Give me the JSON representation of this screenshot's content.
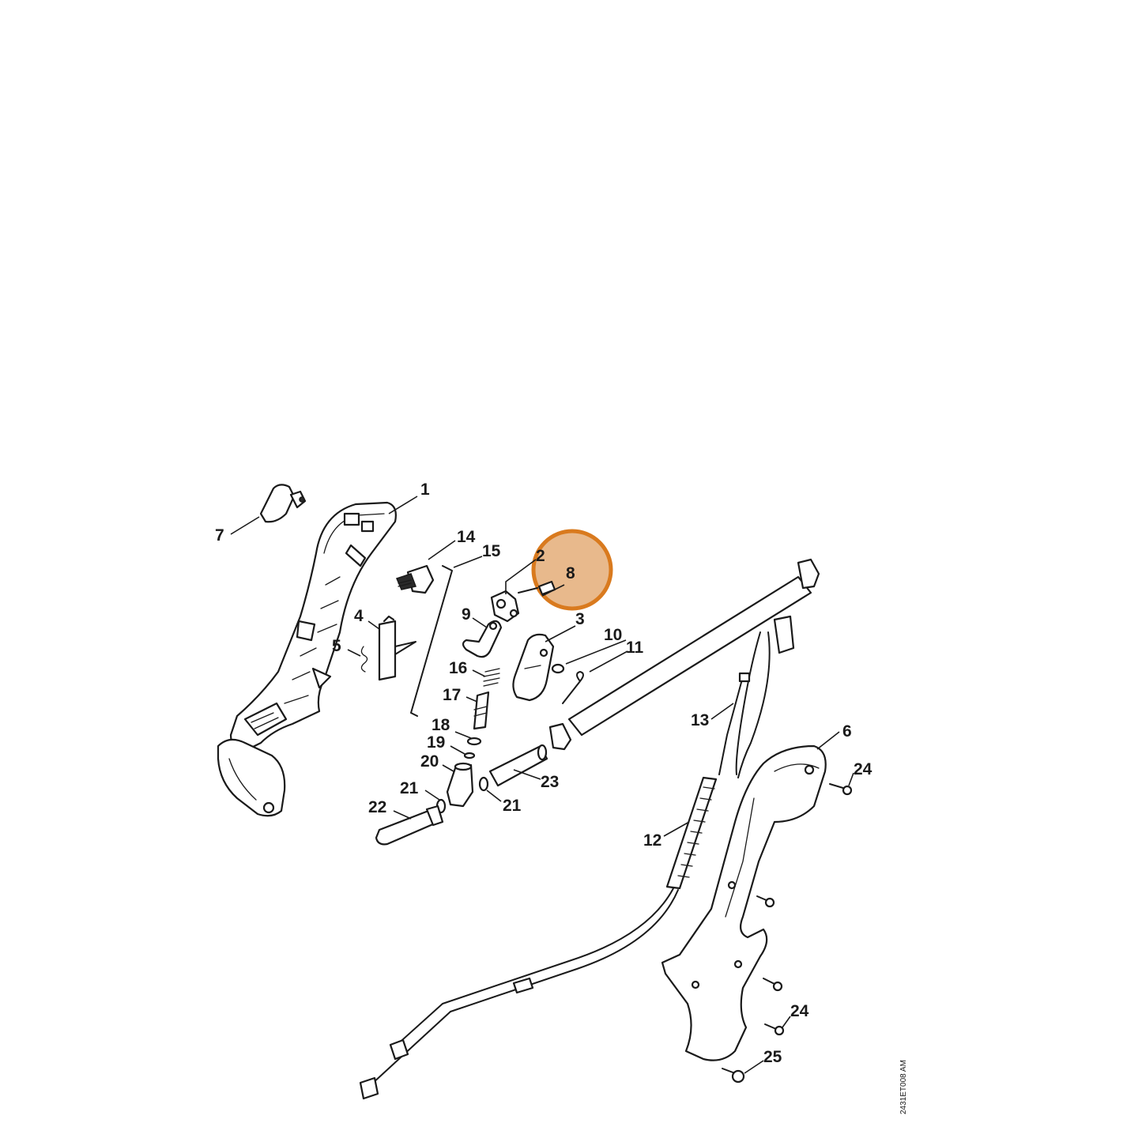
{
  "diagram": {
    "drawing_code": "2431ET008 AM",
    "highlight_color": "#e8b98c",
    "highlight_ring_color": "#d97a1e",
    "highlighted_part": "8",
    "callouts": [
      {
        "id": "c1",
        "label": "1"
      },
      {
        "id": "c2",
        "label": "2"
      },
      {
        "id": "c3",
        "label": "3"
      },
      {
        "id": "c4",
        "label": "4"
      },
      {
        "id": "c5",
        "label": "5"
      },
      {
        "id": "c6",
        "label": "6"
      },
      {
        "id": "c7",
        "label": "7"
      },
      {
        "id": "c8",
        "label": "8"
      },
      {
        "id": "c9",
        "label": "9"
      },
      {
        "id": "c10",
        "label": "10"
      },
      {
        "id": "c11",
        "label": "11"
      },
      {
        "id": "c12",
        "label": "12"
      },
      {
        "id": "c13",
        "label": "13"
      },
      {
        "id": "c14",
        "label": "14"
      },
      {
        "id": "c15",
        "label": "15"
      },
      {
        "id": "c16",
        "label": "16"
      },
      {
        "id": "c17",
        "label": "17"
      },
      {
        "id": "c18",
        "label": "18"
      },
      {
        "id": "c19",
        "label": "19"
      },
      {
        "id": "c20",
        "label": "20"
      },
      {
        "id": "c21a",
        "label": "21"
      },
      {
        "id": "c21b",
        "label": "21"
      },
      {
        "id": "c22",
        "label": "22"
      },
      {
        "id": "c23",
        "label": "23"
      },
      {
        "id": "c24a",
        "label": "24"
      },
      {
        "id": "c24b",
        "label": "24"
      },
      {
        "id": "c25",
        "label": "25"
      }
    ]
  }
}
